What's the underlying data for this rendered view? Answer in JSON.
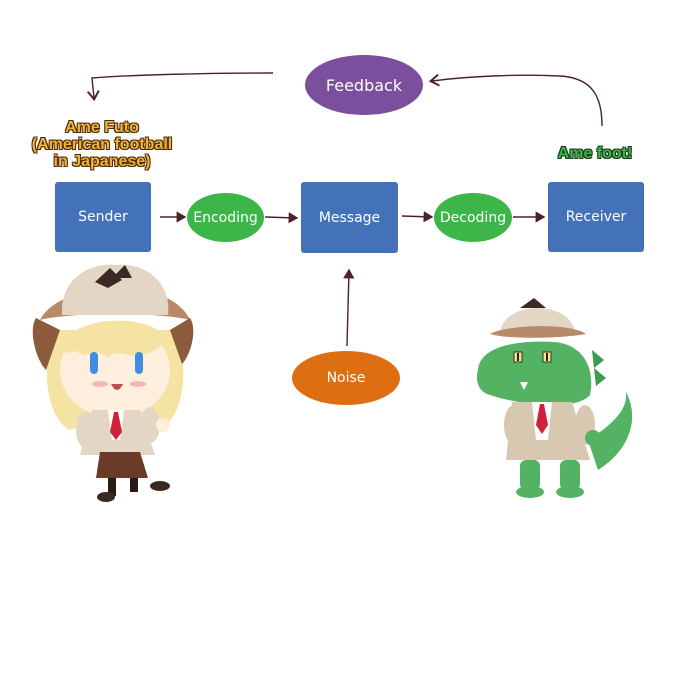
{
  "nodes": {
    "sender": "Sender",
    "encoding": "Encoding",
    "message": "Message",
    "decoding": "Decoding",
    "receiver": "Receiver",
    "feedback": "Feedback",
    "noise": "Noise"
  },
  "captions": {
    "left_line1": "Ame Futo",
    "left_line2": "(American football",
    "left_line3": "in Japanese)",
    "right": "Ame foot!"
  },
  "colors": {
    "box": "#4472b8",
    "encode_decode": "#3cb649",
    "feedback": "#7c4f9e",
    "noise": "#de6e12",
    "arrow": "#4a2328"
  },
  "characters": [
    {
      "name": "girl-detective-character-icon"
    },
    {
      "name": "crocodile-detective-character-icon"
    }
  ]
}
